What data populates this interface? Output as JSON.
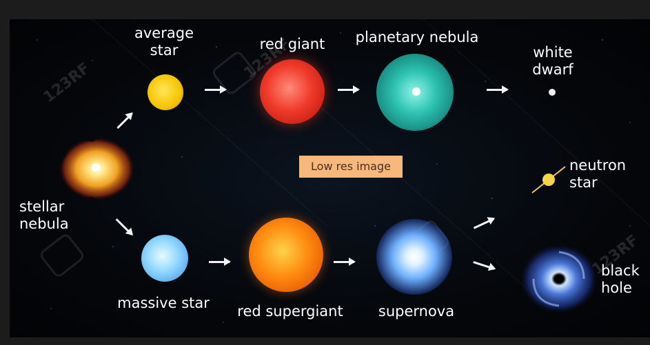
{
  "labels": {
    "average_star": "average\nstar",
    "red_giant": "red giant",
    "planetary_nebula": "planetary nebula",
    "white_dwarf": "white\ndwarf",
    "stellar_nebula": "stellar\nnebula",
    "massive_star": "massive star",
    "red_supergiant": "red supergiant",
    "supernova": "supernova",
    "neutron_star": "neutron\nstar",
    "black_hole": "black\nhole"
  },
  "badge": "Low res image",
  "watermark": "123RF",
  "colors": {
    "background": "#05070b",
    "badge": "#f6b87d",
    "text": "#ffffff"
  }
}
